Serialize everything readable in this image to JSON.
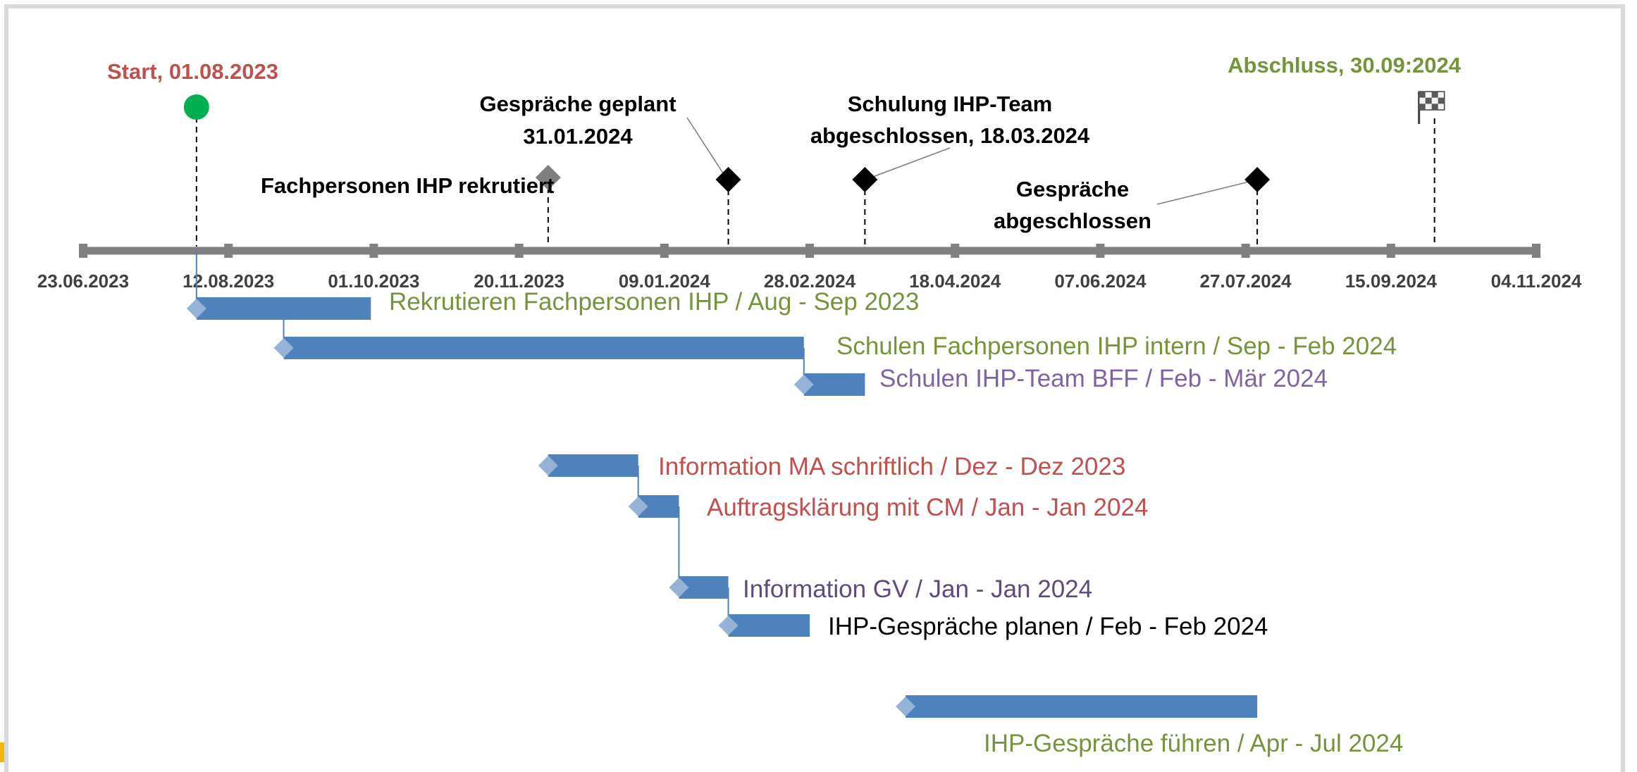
{
  "chart_data": {
    "type": "gantt",
    "axis": {
      "start": "2023-06-23",
      "end": "2024-11-04",
      "tick_labels": [
        "23.06.2023",
        "12.08.2023",
        "01.10.2023",
        "20.11.2023",
        "09.01.2024",
        "28.02.2024",
        "18.04.2024",
        "07.06.2024",
        "27.07.2024",
        "15.09.2024",
        "04.11.2024"
      ]
    },
    "milestones": [
      {
        "date": "2023-08-01",
        "lines": [
          "Start, 01.08.2023"
        ],
        "marker": "circle",
        "color": "#00b050",
        "text_color": "#c0504d"
      },
      {
        "date": "2023-11-30",
        "lines": [
          "Fachpersonen IHP rekrutiert"
        ],
        "marker": "diamond",
        "color": "#7f7f7f",
        "text_color": "#000000"
      },
      {
        "date": "2024-01-31",
        "lines": [
          "Gespräche geplant",
          "31.01.2024"
        ],
        "marker": "diamond",
        "color": "#000000",
        "text_color": "#000000"
      },
      {
        "date": "2024-03-18",
        "lines": [
          "Schulung IHP-Team",
          "abgeschlossen, 18.03.2024"
        ],
        "marker": "diamond",
        "color": "#000000",
        "text_color": "#000000"
      },
      {
        "date": "2024-07-31",
        "lines": [
          "Gespräche",
          "abgeschlossen"
        ],
        "marker": "diamond",
        "color": "#000000",
        "text_color": "#000000"
      },
      {
        "date": "2024-09-30",
        "lines": [
          "Abschluss, 30.09:2024"
        ],
        "marker": "flag",
        "color": "#595959",
        "text_color": "#77933c"
      }
    ],
    "tasks": [
      {
        "label": "Rekrutieren Fachpersonen IHP / Aug - Sep 2023",
        "start": "2023-08-01",
        "end": "2023-09-30",
        "color": "#77933c"
      },
      {
        "label": "Schulen Fachpersonen IHP intern / Sep - Feb 2024",
        "start": "2023-08-31",
        "end": "2024-02-26",
        "color": "#77933c"
      },
      {
        "label": "Schulen IHP-Team BFF / Feb - Mär 2024",
        "start": "2024-02-26",
        "end": "2024-03-18",
        "color": "#8064a2"
      },
      {
        "label": "Information MA schriftlich / Dez - Dez 2023",
        "start": "2023-11-30",
        "end": "2023-12-31",
        "color": "#c0504d"
      },
      {
        "label": "Auftragsklärung mit CM / Jan  - Jan 2024",
        "start": "2023-12-31",
        "end": "2024-01-14",
        "color": "#c0504d"
      },
      {
        "label": "Information GV / Jan - Jan 2024",
        "start": "2024-01-14",
        "end": "2024-01-31",
        "color": "#604a7b"
      },
      {
        "label": "IHP-Gespräche planen / Feb - Feb 2024",
        "start": "2024-01-31",
        "end": "2024-02-28",
        "color": "#000000"
      },
      {
        "label": "IHP-Gespräche führen / Apr - Jul 2024",
        "start": "2024-04-01",
        "end": "2024-07-31",
        "color": "#77933c"
      }
    ],
    "dependencies": [
      [
        0,
        1
      ],
      [
        1,
        2
      ],
      [
        3,
        4
      ],
      [
        4,
        5
      ],
      [
        5,
        6
      ]
    ]
  }
}
